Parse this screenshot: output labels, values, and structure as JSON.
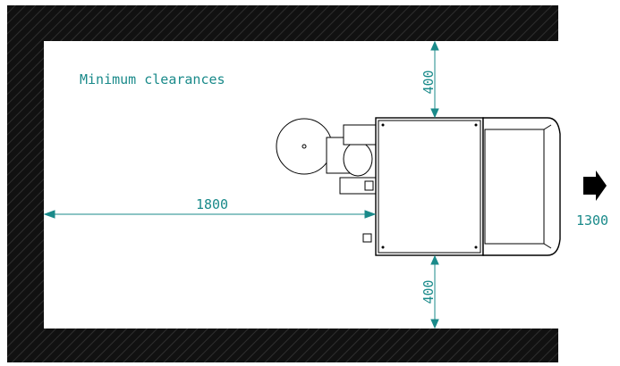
{
  "title": "Minimum clearances",
  "dimensions": {
    "top": "400",
    "bottom": "400",
    "left": "1800",
    "right": "1300"
  },
  "colors": {
    "accent": "#1a8a8a",
    "wall": "#111111",
    "wall_hatch": "#2e2e2e",
    "outline": "#000000",
    "floor": "#ffffff"
  },
  "icons": {
    "right_clearance": "arrow-right-icon"
  }
}
